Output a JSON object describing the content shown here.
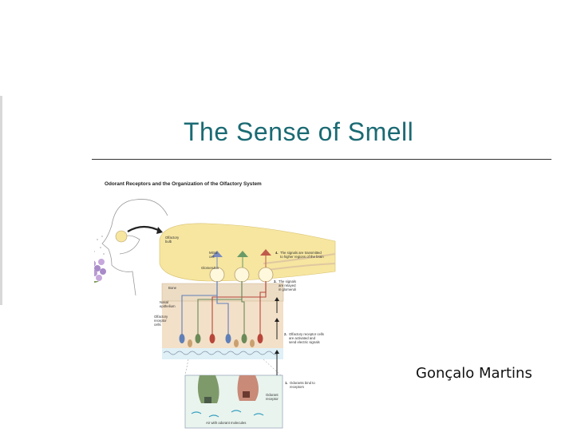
{
  "slide": {
    "title": "The Sense of Smell",
    "author": "Gonçalo Martins"
  },
  "figure": {
    "heading": "Odorant Receptors and the Organization of the Olfactory System",
    "labels": {
      "olfactory_bulb": [
        "Olfactory",
        "bulb"
      ],
      "mitral_cell": [
        "Mitral",
        "cell"
      ],
      "glomerulus": "Glomerulus",
      "bone": "Bone",
      "nasal_epithelium": [
        "Nasal",
        "epithelium"
      ],
      "olfactory_receptor_cells": [
        "Olfactory",
        "receptor",
        "cells"
      ],
      "odorant_receptor": [
        "Odorant",
        "receptor"
      ],
      "air_with_odorant": "Air with odorant molecules"
    },
    "steps": [
      {
        "num": "1.",
        "lines": [
          "Odorants bind to",
          "receptors"
        ]
      },
      {
        "num": "2.",
        "lines": [
          "Olfactory receptor cells",
          "are activated and",
          "send electric signals"
        ]
      },
      {
        "num": "3.",
        "lines": [
          "The signals",
          "are relayed",
          "in glomeruli"
        ]
      },
      {
        "num": "4.",
        "lines": [
          "The signals are transmitted",
          "to higher regions of the brain"
        ]
      }
    ],
    "colors": {
      "bulb": "#f6e6a0",
      "epithelium": "#f3e0c8",
      "bone": "#ecdcc4",
      "mucus": "#dff0f6",
      "red_cell": "#b8463a",
      "green_cell": "#6a8a58",
      "blue_cell": "#5f7fb8",
      "flower": "#b89ad0"
    }
  }
}
